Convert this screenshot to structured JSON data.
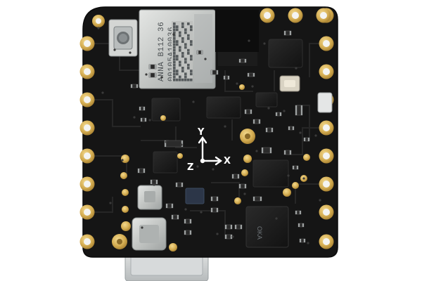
{
  "board": {
    "silkscreen": {
      "axis_y": "Y",
      "axis_x": "X",
      "axis_z": "Z"
    },
    "module": {
      "line1": "ANNA B112 36",
      "line2": "00105A10036"
    },
    "chip_marking": "OKA",
    "colors": {
      "pcb": "#141414",
      "gold": "#d8b45a",
      "copper_trace": "#222222",
      "shield": "#c7c9c7",
      "silkscreen": "#ffffff"
    },
    "icons": {
      "axes": "xyz-axis-icon",
      "button": "reset-button-icon",
      "usb": "usb-connector-icon"
    }
  }
}
